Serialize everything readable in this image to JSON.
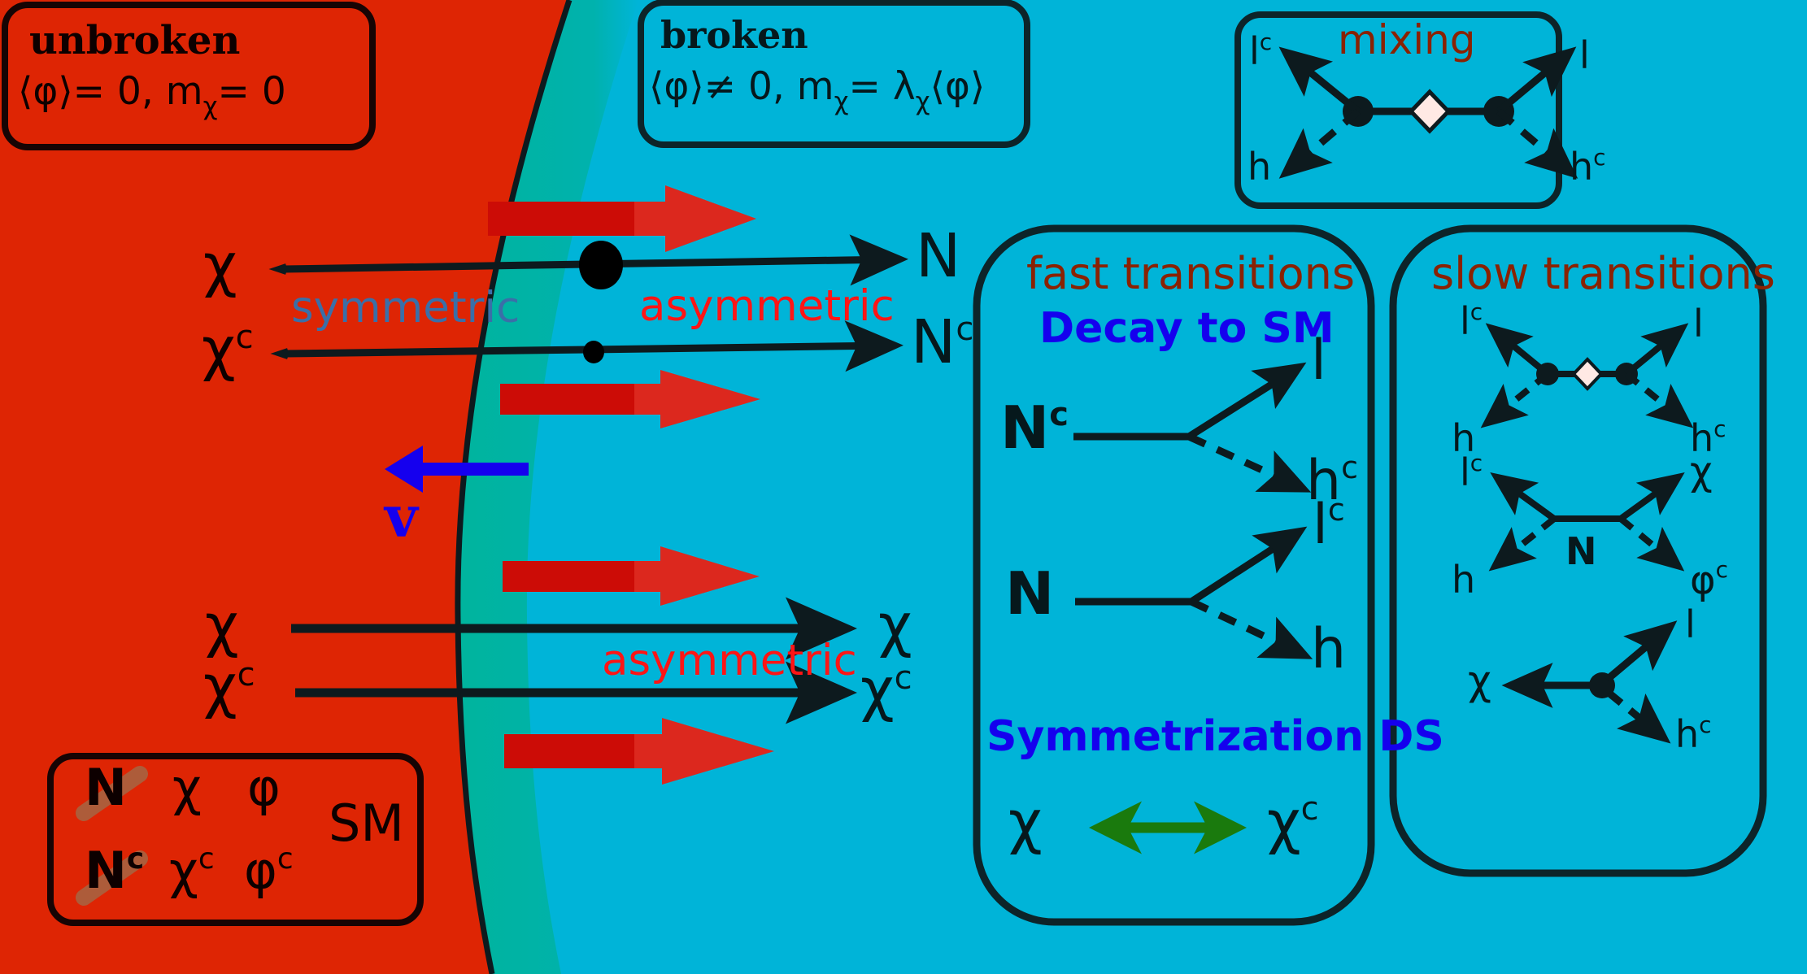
{
  "colors": {
    "unbroken_phase": "#de2504",
    "broken_phase": "#00b4d8",
    "wall": "#00b39a",
    "outline": "#0d2429",
    "red_arrow": "#cc0c06",
    "red_arrow_light": "#dc281e",
    "blue_arrow": "#1500ee",
    "green_arrow": "#1a7a0d",
    "symmetric_text": "#3a6fa8",
    "asymmetric_text": "#ff1515",
    "heading_text": "#8a2203",
    "subheading_text": "#1500ee",
    "strike_through": "#a9613f",
    "vertex_fill": "#ffe9e4"
  },
  "regions": {
    "unbroken": {
      "title": "unbroken",
      "equation": "⟨φ⟩= 0,  m",
      "equation_sub": "χ",
      "equation_tail": "= 0"
    },
    "broken": {
      "title": "broken",
      "equation_a": "⟨φ⟩≠ 0, m",
      "equation_a_sub": "χ",
      "equation_b": "= λ",
      "equation_b_sub": "χ",
      "equation_c": "⟨φ⟩"
    }
  },
  "flow_labels": {
    "symmetric": "symmetric",
    "asymmetric_top": "asymmetric",
    "asymmetric_bottom": "asymmetric",
    "wall_velocity": "v"
  },
  "transmission_top": {
    "in_1": "χ",
    "in_2_base": "χ",
    "in_2_sup": "c",
    "out_1": "N",
    "out_2_base": "N",
    "out_2_sup": "c"
  },
  "transmission_bottom": {
    "in_1": "χ",
    "in_2_base": "χ",
    "in_2_sup": "c",
    "out_1": "χ",
    "out_2_base": "χ",
    "out_2_sup": "c"
  },
  "spectrum_box": {
    "row1": [
      {
        "base": "N",
        "sup": "",
        "struck": true
      },
      {
        "base": "χ",
        "sup": "",
        "struck": false
      },
      {
        "base": "φ",
        "sup": "",
        "struck": false
      }
    ],
    "row2": [
      {
        "base": "N",
        "sup": "c",
        "struck": true
      },
      {
        "base": "χ",
        "sup": "c",
        "struck": false
      },
      {
        "base": "φ",
        "sup": "c",
        "struck": false
      }
    ],
    "sm_label": "SM"
  },
  "mixing_box": {
    "title": "mixing",
    "legs": [
      {
        "base": "l",
        "sup": "c",
        "position": "top-left"
      },
      {
        "base": "l",
        "sup": "",
        "position": "top-right"
      },
      {
        "base": "h",
        "sup": "",
        "position": "bottom-left"
      },
      {
        "base": "h",
        "sup": "c",
        "position": "bottom-right"
      }
    ]
  },
  "fast_box": {
    "title": "fast transitions",
    "subtitle_decay": "Decay to SM",
    "subtitle_sym": "Symmetrization DS",
    "decay1": {
      "in_base": "N",
      "in_sup": "c",
      "out_solid_base": "l",
      "out_solid_sup": "",
      "out_dashed_base": "h",
      "out_dashed_sup": "c"
    },
    "decay2": {
      "in_base": "N",
      "in_sup": "",
      "out_solid_base": "l",
      "out_solid_sup": "c",
      "out_dashed_base": "h",
      "out_dashed_sup": ""
    },
    "sym_left_base": "χ",
    "sym_left_sup": "",
    "sym_right_base": "χ",
    "sym_right_sup": "c"
  },
  "slow_box": {
    "title": "slow transitions",
    "diagram1": {
      "tl_base": "l",
      "tl_sup": "c",
      "tr_base": "l",
      "tr_sup": "",
      "bl_base": "h",
      "bl_sup": "",
      "br_base": "h",
      "br_sup": "c"
    },
    "diagram2": {
      "tl_base": "l",
      "tl_sup": "c",
      "tr_base": "χ",
      "tr_sup": "",
      "bl_base": "h",
      "bl_sup": "",
      "br_base": "φ",
      "br_sup": "c",
      "propagator": "N"
    },
    "diagram3": {
      "left_base": "χ",
      "left_sup": "",
      "tr_base": "l",
      "tr_sup": "",
      "br_base": "h",
      "br_sup": "c"
    }
  }
}
